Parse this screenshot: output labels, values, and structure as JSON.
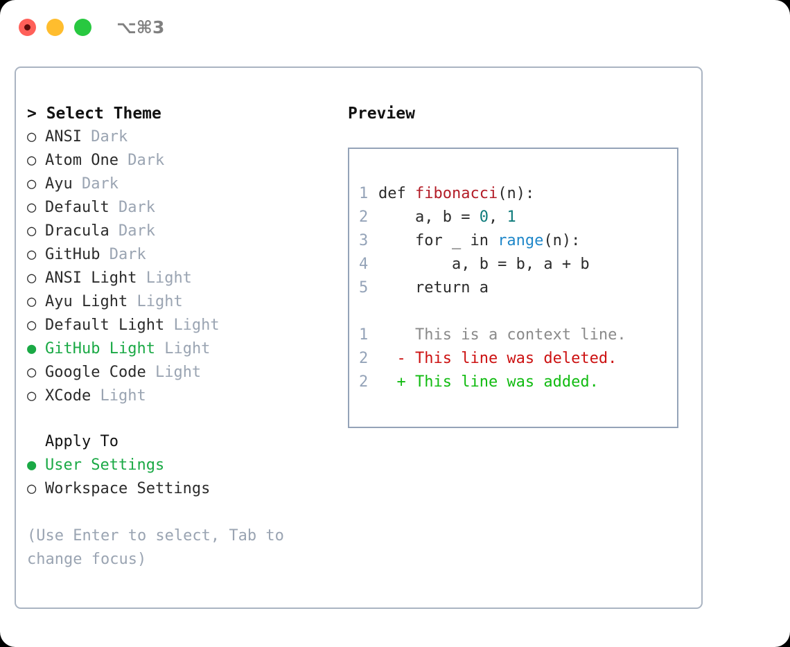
{
  "titlebar": {
    "shortcut": "⌥⌘3",
    "traffic_lights": [
      {
        "name": "close",
        "color": "#ff6059"
      },
      {
        "name": "minimize",
        "color": "#ffbd2e"
      },
      {
        "name": "maximize",
        "color": "#28c840"
      }
    ]
  },
  "theme_picker": {
    "caret": "> ",
    "title": "Select Theme",
    "bullet_unselected": "○",
    "bullet_selected": "●",
    "options": [
      {
        "label": "ANSI",
        "tag": "Dark",
        "selected": false
      },
      {
        "label": "Atom One",
        "tag": "Dark",
        "selected": false
      },
      {
        "label": "Ayu",
        "tag": "Dark",
        "selected": false
      },
      {
        "label": "Default",
        "tag": "Dark",
        "selected": false
      },
      {
        "label": "Dracula",
        "tag": "Dark",
        "selected": false
      },
      {
        "label": "GitHub",
        "tag": "Dark",
        "selected": false
      },
      {
        "label": "ANSI Light",
        "tag": "Light",
        "selected": false
      },
      {
        "label": "Ayu Light",
        "tag": "Light",
        "selected": false
      },
      {
        "label": "Default Light",
        "tag": "Light",
        "selected": false
      },
      {
        "label": "GitHub Light",
        "tag": "Light",
        "selected": true
      },
      {
        "label": "Google Code",
        "tag": "Light",
        "selected": false
      },
      {
        "label": "XCode",
        "tag": "Light",
        "selected": false
      }
    ]
  },
  "apply_to": {
    "title": "Apply To",
    "options": [
      {
        "label": "User Settings",
        "selected": true
      },
      {
        "label": "Workspace Settings",
        "selected": false
      }
    ]
  },
  "hint": "(Use Enter to select, Tab to change focus)",
  "preview": {
    "title": "Preview",
    "code_lines": [
      {
        "num": "1",
        "tokens": [
          {
            "t": "def ",
            "c": "plain"
          },
          {
            "t": "fibonacci",
            "c": "fn"
          },
          {
            "t": "(n):",
            "c": "plain"
          }
        ]
      },
      {
        "num": "2",
        "tokens": [
          {
            "t": "    a, b = ",
            "c": "plain"
          },
          {
            "t": "0",
            "c": "num"
          },
          {
            "t": ", ",
            "c": "plain"
          },
          {
            "t": "1",
            "c": "num"
          }
        ]
      },
      {
        "num": "3",
        "tokens": [
          {
            "t": "    for _ in ",
            "c": "plain"
          },
          {
            "t": "range",
            "c": "call"
          },
          {
            "t": "(n):",
            "c": "plain"
          }
        ]
      },
      {
        "num": "4",
        "tokens": [
          {
            "t": "        a, b = b, a + b",
            "c": "plain"
          }
        ]
      },
      {
        "num": "5",
        "tokens": [
          {
            "t": "    return a",
            "c": "plain"
          }
        ]
      }
    ],
    "diff_lines": [
      {
        "num": "1",
        "marker": "  ",
        "text": "This is a context line.",
        "kind": "ctx"
      },
      {
        "num": "2",
        "marker": "- ",
        "text": "This line was deleted.",
        "kind": "del"
      },
      {
        "num": "2",
        "marker": "+ ",
        "text": "This line was added.",
        "kind": "add"
      }
    ]
  },
  "colors": {
    "accent_green": "#1aa945",
    "muted": "#9aa4b2",
    "border": "#aab4c2",
    "preview_border": "#94a3b8",
    "fn_red": "#b31d28",
    "num_teal": "#0e7b7b",
    "call_blue": "#1f87c9",
    "diff_del": "#cc1111",
    "diff_add": "#11bb11"
  }
}
